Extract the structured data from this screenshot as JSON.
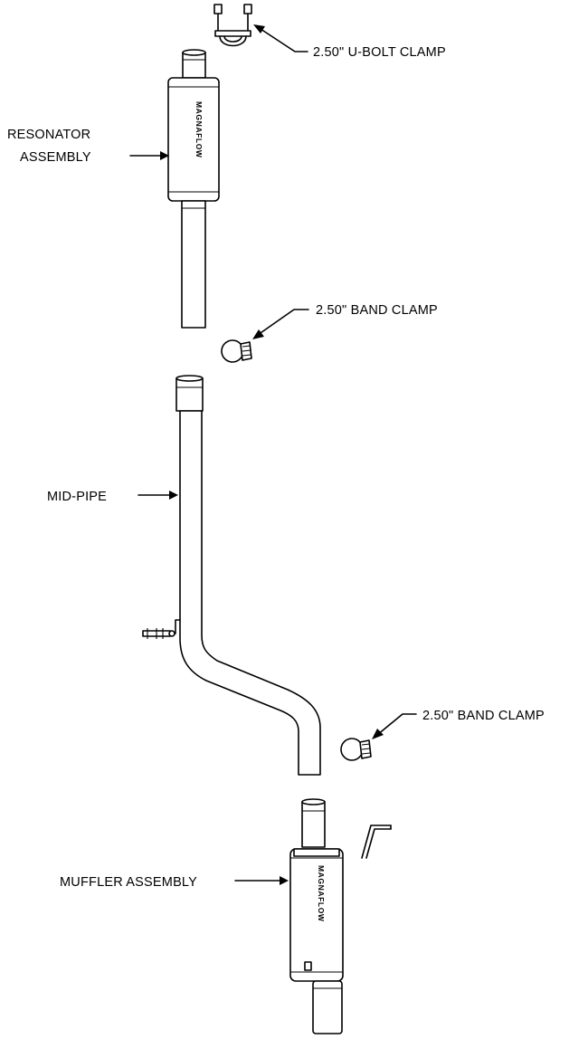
{
  "labels": {
    "ubolt_clamp": "2.50\" U-BOLT CLAMP",
    "resonator_line1": "RESONATOR",
    "resonator_line2": "ASSEMBLY",
    "band_clamp_upper": "2.50\" BAND CLAMP",
    "mid_pipe": "MID-PIPE",
    "band_clamp_lower": "2.50\" BAND CLAMP",
    "muffler": "MUFFLER ASSEMBLY"
  },
  "brand_mark": "MAGNAFLOW",
  "colors": {
    "line": "#000000",
    "background": "#ffffff"
  }
}
